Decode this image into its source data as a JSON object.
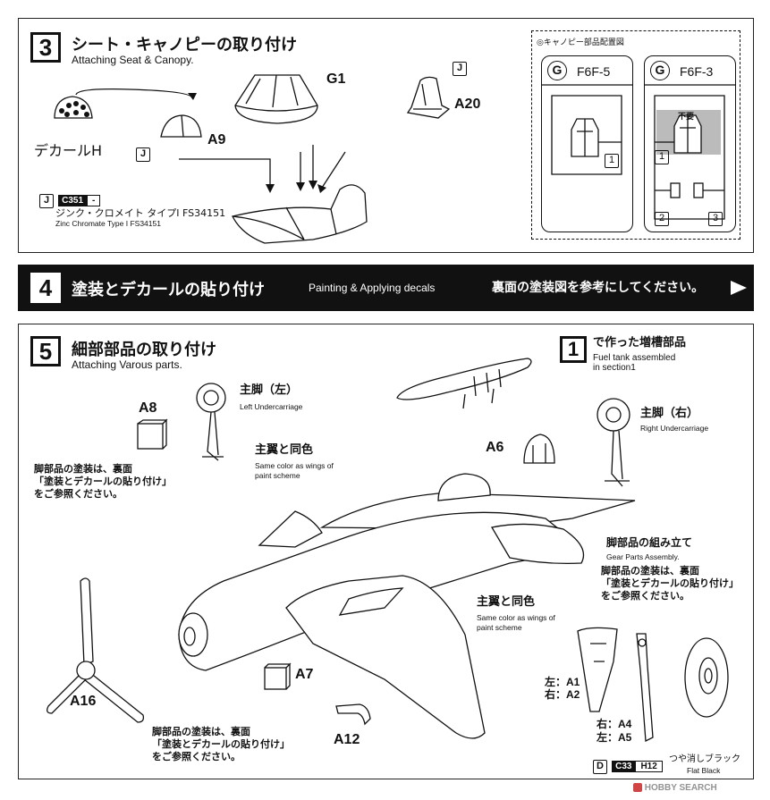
{
  "step3": {
    "number": "3",
    "title_jp": "シート・キャノピーの取り付け",
    "title_en": "Attaching Seat & Canopy.",
    "labels": {
      "g1": "G1",
      "a20": "A20",
      "a9": "A9",
      "decal": "デカールH",
      "j": "J"
    },
    "paint": {
      "code_letter": "J",
      "chip": "C351",
      "chip2": "-",
      "jp": "ジンク・クロメイト タイプⅠ FS34151",
      "en": "Zinc Chromate Type I FS34151"
    },
    "inset": {
      "title": "◎キャノピー部品配置図",
      "g": "G",
      "f6f5": "F6F-5",
      "f6f3": "F6F-3",
      "unneeded": "不要",
      "n1": "1",
      "n2": "2",
      "n3": "3"
    }
  },
  "step4": {
    "number": "4",
    "title_jp": "塗装とデカールの貼り付け",
    "title_en": "Painting & Applying decals",
    "note_jp": "裏面の塗装図を参考にしてください。"
  },
  "step5": {
    "number": "5",
    "title_jp": "細部部品の取り付け",
    "title_en": "Attaching Varous parts.",
    "ref": {
      "number": "1",
      "jp": "で作った増槽部品",
      "en1": "Fuel tank assembled",
      "en2": "in section1"
    },
    "left_gear": {
      "jp": "主脚（左）",
      "en": "Left Undercarriage"
    },
    "right_gear": {
      "jp": "主脚（右）",
      "en": "Right Undercarriage"
    },
    "wing_color_1": {
      "jp": "主翼と同色",
      "en1": "Same color as wings of",
      "en2": "paint scheme"
    },
    "wing_color_2": {
      "jp": "主翼と同色",
      "en1": "Same color as wings of",
      "en2": "paint scheme"
    },
    "note_left": [
      "脚部品の塗装は、裏面",
      "「塗装とデカールの貼り付け」",
      "をご参照ください。"
    ],
    "note_bottom": [
      "脚部品の塗装は、裏面",
      "「塗装とデカールの貼り付け」",
      "をご参照ください。"
    ],
    "gear_assembly": {
      "jp": "脚部品の組み立て",
      "en": "Gear Parts Assembly.",
      "note": [
        "脚部品の塗装は、裏面",
        "「塗装とデカールの貼り付け」",
        "をご参照ください。"
      ]
    },
    "labels": {
      "a8": "A8",
      "a6": "A6",
      "a7": "A7",
      "a16": "A16",
      "a12": "A12"
    },
    "parts_lr": {
      "l1": "左：",
      "a1": "A1",
      "r1": "右：",
      "a2": "A2",
      "r2": "右：",
      "a4": "A4",
      "l2": "左：",
      "a5": "A5"
    },
    "paint": {
      "code_letter": "D",
      "chip": "C33",
      "chip2": "H12",
      "jp": "つや消しブラック",
      "en": "Flat Black"
    }
  },
  "watermark": "HOBBY SEARCH",
  "colors": {
    "ink": "#111111",
    "bar": "#111111",
    "shade": "#dddddd"
  }
}
